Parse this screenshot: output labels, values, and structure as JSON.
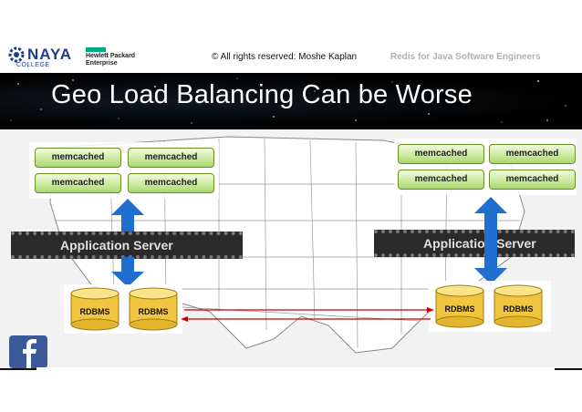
{
  "header": {
    "logo_name": "NAYA",
    "logo_sub": "COLLEGE",
    "partner_logo": "Hewlett Packard\nEnterprise",
    "copyright": "© All rights reserved: Moshe Kaplan",
    "course": "Redis for Java Software Engineers"
  },
  "slide": {
    "title": "Geo Load Balancing Can be Worse"
  },
  "left_site": {
    "caches": [
      "memcached",
      "memcached",
      "memcached",
      "memcached"
    ],
    "server_label": "Application Server",
    "databases": [
      "RDBMS",
      "RDBMS"
    ]
  },
  "right_site": {
    "caches": [
      "memcached",
      "memcached",
      "memcached",
      "memcached"
    ],
    "server_label": "Application Server",
    "databases": [
      "RDBMS",
      "RDBMS"
    ]
  },
  "colors": {
    "arrow_blue": "#1f6fd1",
    "replication_red": "#cc0000",
    "cache_green": "#b8e08a",
    "db_yellow": "#f0c640"
  },
  "icons": {
    "social": "facebook-icon"
  }
}
